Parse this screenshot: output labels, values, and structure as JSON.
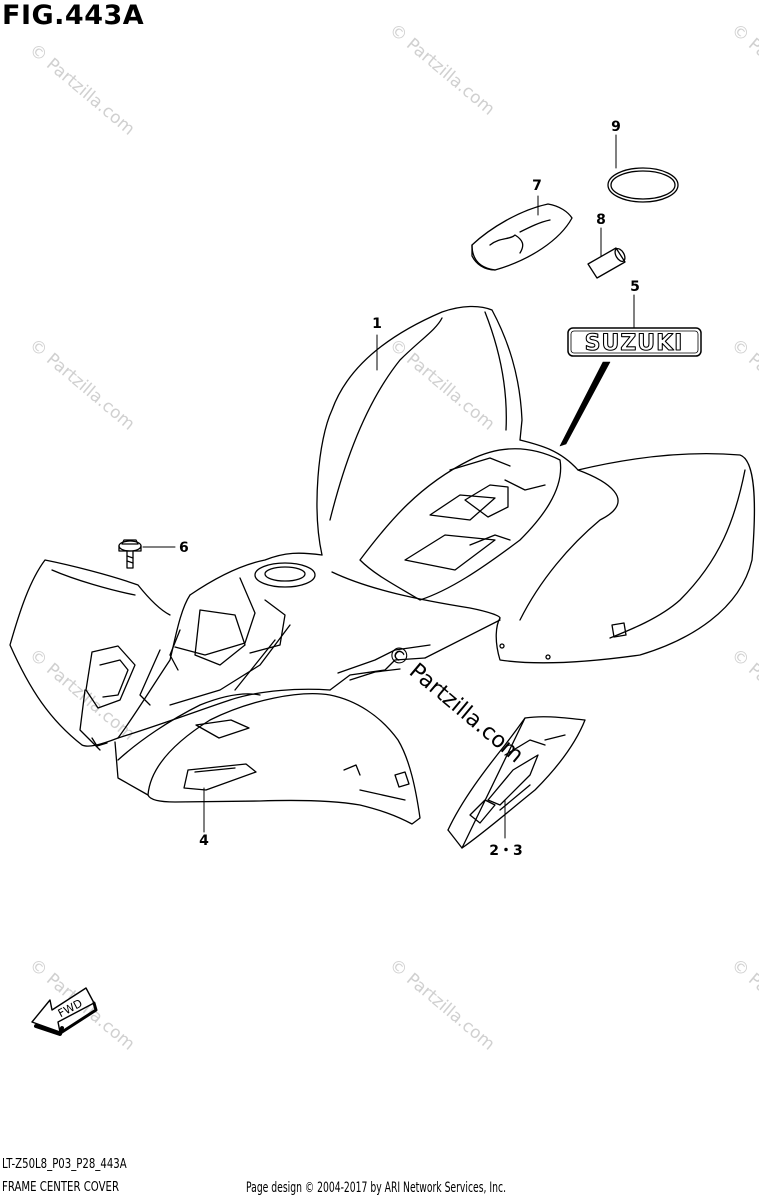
{
  "figure": {
    "title": "FIG.443A",
    "code": "LT-Z50L8_P03_P28_443A",
    "name": "FRAME CENTER COVER",
    "copyright": "Page design © 2004-2017 by ARI Network Services, Inc."
  },
  "callouts": {
    "c1": "1",
    "c23": "2・3",
    "c4": "4",
    "c5": "5",
    "c6": "6",
    "c7": "7",
    "c8": "8",
    "c9": "9"
  },
  "emblem": {
    "text": "SUZUKI"
  },
  "fwd_arrow": {
    "text": "FWD"
  },
  "watermark": {
    "text": "© Partzilla.com",
    "center_text": "© Partzilla.com"
  },
  "colors": {
    "ink": "#000000",
    "watermark": "#d0d0d0",
    "background": "#ffffff"
  }
}
